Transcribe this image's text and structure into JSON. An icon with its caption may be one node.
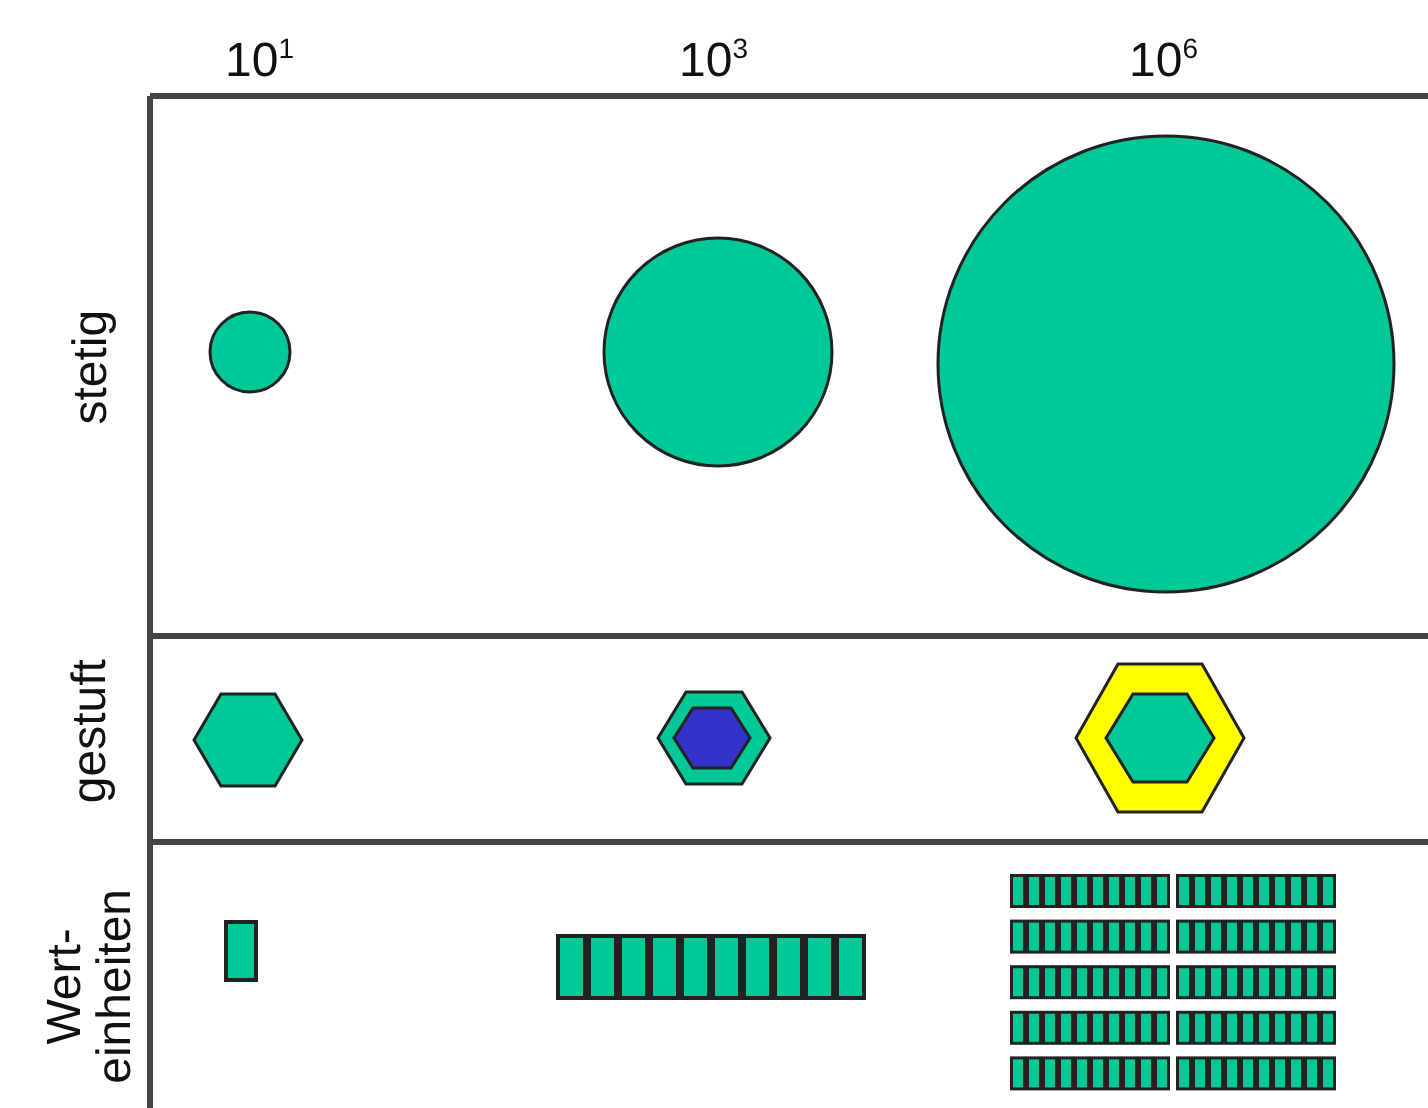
{
  "diagram": {
    "labels": [
      "10$^{1}$",
      "10$^{3}$",
      "10$^{6}$",
      "stetig",
      "gestuft",
      "Wert- einheiten"
    ]
  }
}
